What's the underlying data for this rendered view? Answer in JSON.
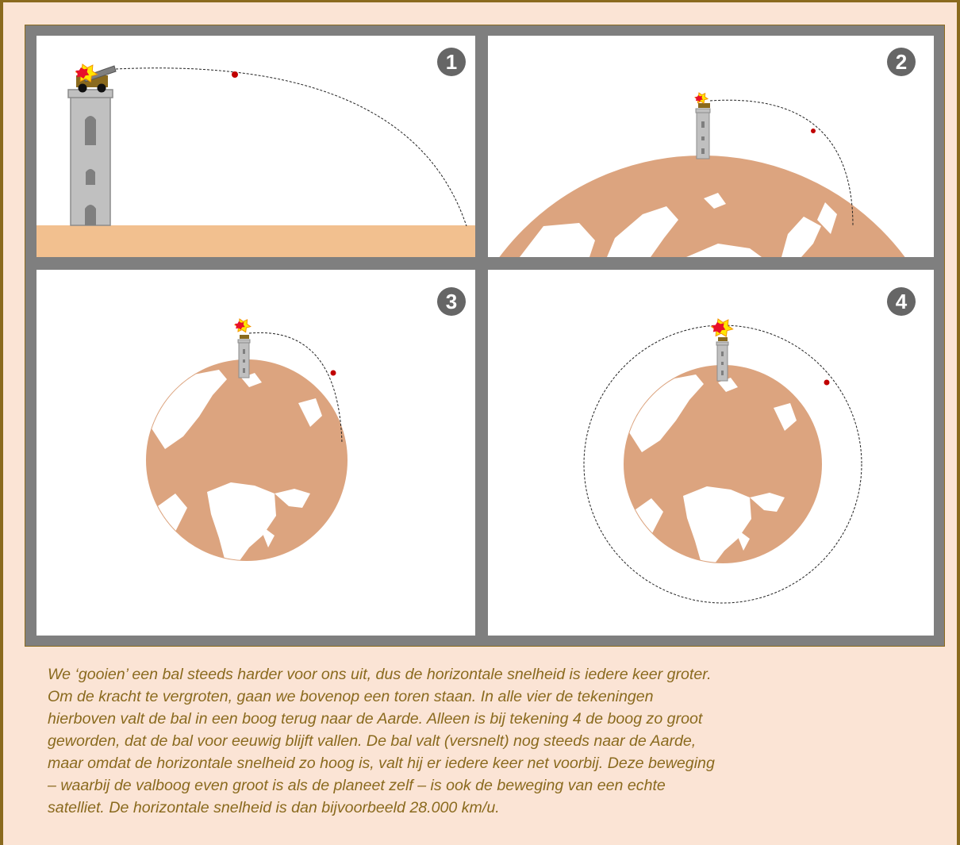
{
  "panels": [
    {
      "number": "1"
    },
    {
      "number": "2"
    },
    {
      "number": "3"
    },
    {
      "number": "4"
    }
  ],
  "colors": {
    "frame": "#7f7f7f",
    "page_background": "#fbe4d5",
    "border": "#8a6a1e",
    "earth": "#dca47f",
    "ground": "#f2c08f",
    "tower": "#bfbfbf",
    "ball": "#c00000",
    "caption_text": "#8a6a1e"
  },
  "caption": {
    "lines": [
      "We ‘gooien’ een bal steeds harder voor ons uit, dus de horizontale snelheid is iedere keer groter.",
      "Om de kracht te vergroten, gaan we bovenop een toren staan. In alle vier de tekeningen",
      "hierboven valt de bal in een boog terug naar de Aarde. Alleen is bij tekening 4 de boog zo groot",
      "geworden, dat de bal voor eeuwig blijft vallen. De bal valt (versnelt) nog steeds naar de Aarde,",
      "maar omdat de horizontale snelheid zo hoog is, valt hij er iedere keer net voorbij. Deze beweging",
      "– waarbij de valboog even groot is als de planeet zelf – is ook de beweging van een echte",
      "satelliet. De horizontale snelheid is dan bijvoorbeeld 28.000 km/u."
    ]
  }
}
